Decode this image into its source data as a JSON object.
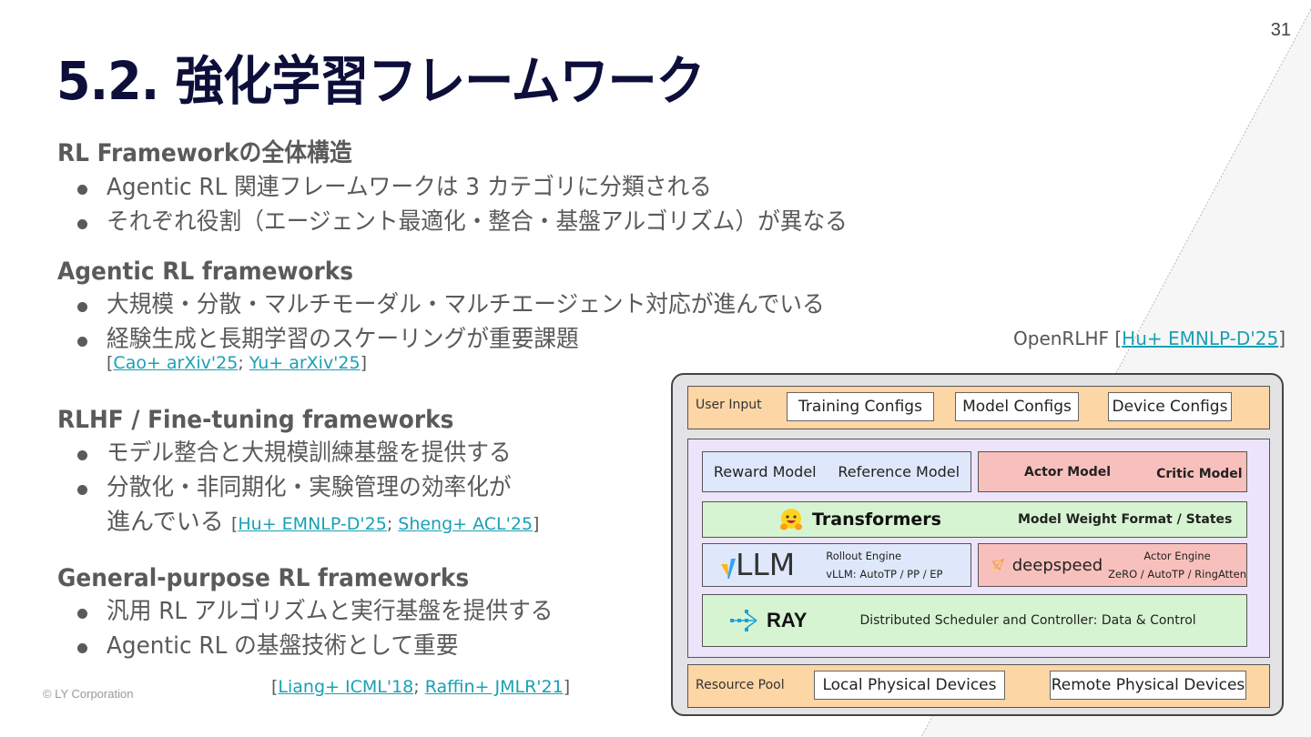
{
  "slide": {
    "page_number": "31",
    "title": "5.2. 強化学習フレームワーク",
    "footer": "© LY Corporation"
  },
  "sections": [
    {
      "heading": "RL Frameworkの全体構造",
      "bullets": [
        "Agentic RL 関連フレームワークは 3 カテゴリに分類される",
        "それぞれ役割（エージェント最適化・整合・基盤アルゴリズム）が異なる"
      ]
    },
    {
      "heading": "Agentic RL frameworks",
      "bullets": [
        "大規模・分散・マルチモーダル・マルチエージェント対応が進んでいる",
        "経験生成と長期学習のスケーリングが重要課題"
      ],
      "citations": [
        "Cao+ arXiv'25",
        "Yu+ arXiv'25"
      ]
    },
    {
      "heading": "RLHF / Fine-tuning frameworks",
      "bullets": [
        "モデル整合と大規模訓練基盤を提供する",
        "分散化・非同期化・実験管理の効率化が",
        "進んでいる"
      ],
      "citations": [
        "Hu+ EMNLP-D'25",
        "Sheng+ ACL'25"
      ]
    },
    {
      "heading": "General-purpose RL frameworks",
      "bullets": [
        "汎用 RL アルゴリズムと実行基盤を提供する",
        "Agentic RL の基盤技術として重要"
      ],
      "citations": [
        "Liang+ ICML'18",
        "Raffin+ JMLR'21"
      ]
    }
  ],
  "diagram": {
    "caption": "OpenRLHF",
    "caption_citation": "Hu+ EMNLP-D'25",
    "user_input": {
      "label": "User Input",
      "items": [
        "Training Configs",
        "Model Configs",
        "Device Configs"
      ]
    },
    "models": {
      "left": [
        "Reward Model",
        "Reference Model"
      ],
      "right": [
        "Actor Model",
        "Critic Model"
      ]
    },
    "transformers": {
      "name": "Transformers",
      "desc": "Model Weight Format / States"
    },
    "vllm": {
      "name": "LLM",
      "role": "Rollout Engine",
      "desc": "vLLM: AutoTP / PP / EP"
    },
    "deepspeed": {
      "name": "deepspeed",
      "role": "Actor Engine",
      "desc": "ZeRO / AutoTP / RingAtten"
    },
    "ray": {
      "name": "RAY",
      "desc": "Distributed Scheduler and Controller: Data  & Control"
    },
    "resource_pool": {
      "label": "Resource Pool",
      "items": [
        "Local Physical Devices",
        "Remote Physical Devices"
      ]
    }
  },
  "colors": {
    "title": "#0d0f3a",
    "link": "#1aa0b5",
    "orange_band": "#fdd6a6",
    "purple_core": "#ece4fb",
    "blue_box": "#dfe8fb",
    "red_box": "#f8c0bc",
    "green_box": "#d7f4d2"
  }
}
